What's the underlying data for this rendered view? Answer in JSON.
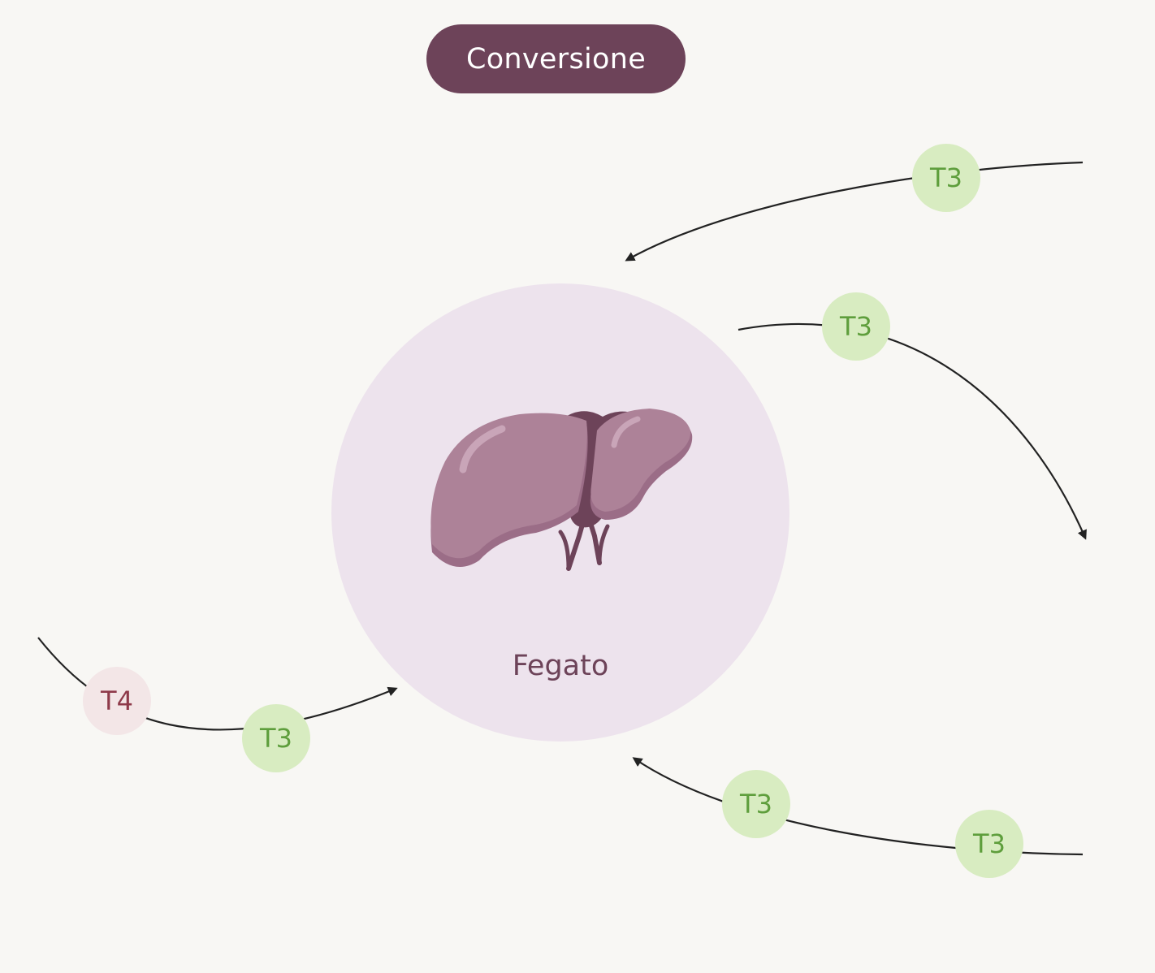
{
  "title": "Conversione",
  "organ": {
    "label": "Fegato",
    "icon": "liver-icon"
  },
  "hormones": {
    "t3": "T3",
    "t4": "T4"
  },
  "colors": {
    "background": "#f8f7f4",
    "title_pill": "#6d4359",
    "organ_circle": "#ede3ed",
    "organ_label": "#6d4359",
    "liver": "#ad8298",
    "liver_dark": "#9b6d87",
    "liver_vessels": "#6d4359",
    "t3_fill": "#d8ecc1",
    "t3_text": "#5e9e3c",
    "t4_fill": "#f3e6e7",
    "t4_text": "#8e3a4a",
    "arrow": "#222222"
  }
}
